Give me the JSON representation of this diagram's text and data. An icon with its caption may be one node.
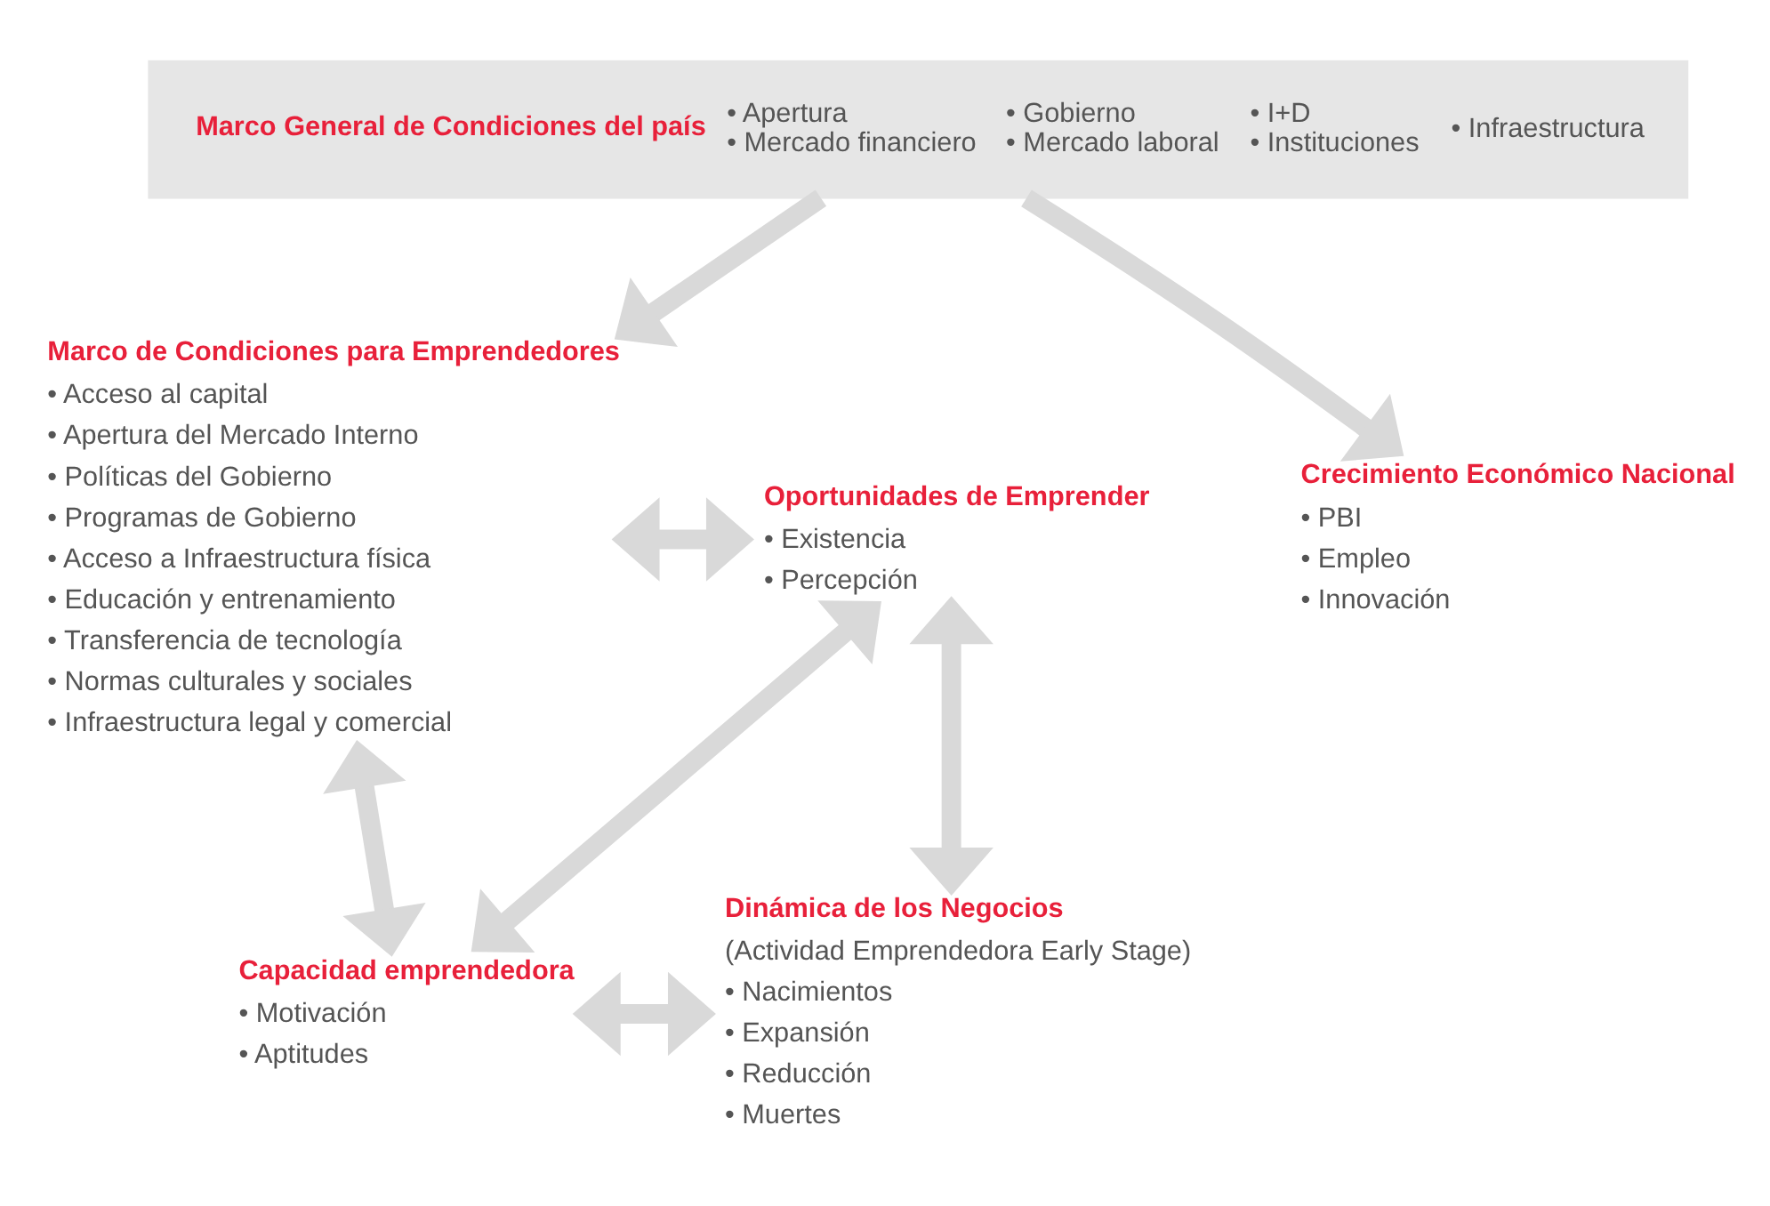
{
  "diagram": {
    "nodes": [
      {
        "text": [
          "Marco General de Condiciones del país",
          "• Apertura",
          "• Mercado financiero",
          "• Gobierno",
          "• Mercado laboral",
          "• I+D",
          "• Instituciones",
          "• Infraestructura"
        ]
      },
      {
        "text": [
          "Marco de Condiciones para Emprendedores",
          "• Acceso al capital",
          "• Apertura del Mercado Interno",
          "• Políticas del Gobierno",
          "• Programas de Gobierno",
          "• Acceso a Infraestructura física",
          "• Educación y entrenamiento",
          "• Transferencia de tecnología",
          "• Normas culturales y sociales",
          "• Infraestructura legal y comercial"
        ]
      },
      {
        "text": [
          "Oportunidades de Emprender",
          "• Existencia",
          "• Percepción"
        ]
      },
      {
        "text": [
          "Crecimiento Económico Nacional",
          "• PBI",
          "• Empleo",
          "• Innovación"
        ]
      },
      {
        "text": [
          "Capacidad emprendedora",
          "• Motivación",
          "• Aptitudes"
        ]
      },
      {
        "text": [
          "Dinámica de los Negocios",
          "(Actividad Emprendedora Early Stage)",
          "• Nacimientos",
          "• Expansión",
          "• Reducción",
          "• Muertes"
        ]
      }
    ],
    "edges": [
      {
        "from": 0,
        "to": 1,
        "arrow": "to"
      },
      {
        "from": 0,
        "to": 3,
        "arrow": "to"
      },
      {
        "from": 1,
        "to": 2,
        "arrow": "both"
      },
      {
        "from": 2,
        "to": 5,
        "arrow": "both"
      },
      {
        "from": 2,
        "to": 4,
        "arrow": "both"
      },
      {
        "from": 1,
        "to": 4,
        "arrow": "both"
      },
      {
        "from": 4,
        "to": 5,
        "arrow": "both"
      }
    ]
  }
}
